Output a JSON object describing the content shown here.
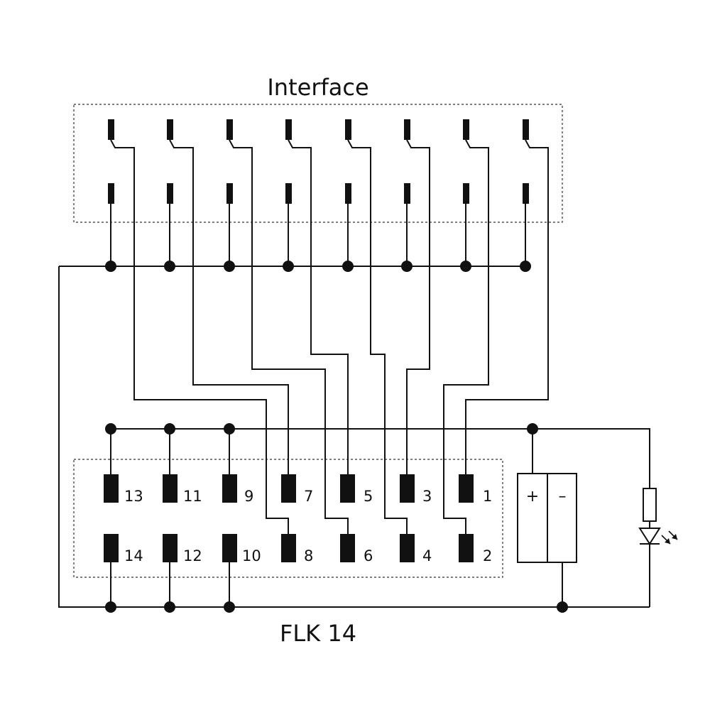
{
  "interface_label": "Interface",
  "block_label": "FLK 14",
  "terminals": {
    "top_row": [
      "13",
      "11",
      "9",
      "7",
      "5",
      "3",
      "1"
    ],
    "bottom_row": [
      "14",
      "12",
      "10",
      "8",
      "6",
      "4",
      "2"
    ]
  },
  "power_supply": {
    "plus": "+",
    "minus": "–"
  },
  "icons": [
    "led-icon",
    "resistor-icon",
    "power-supply-icon"
  ]
}
